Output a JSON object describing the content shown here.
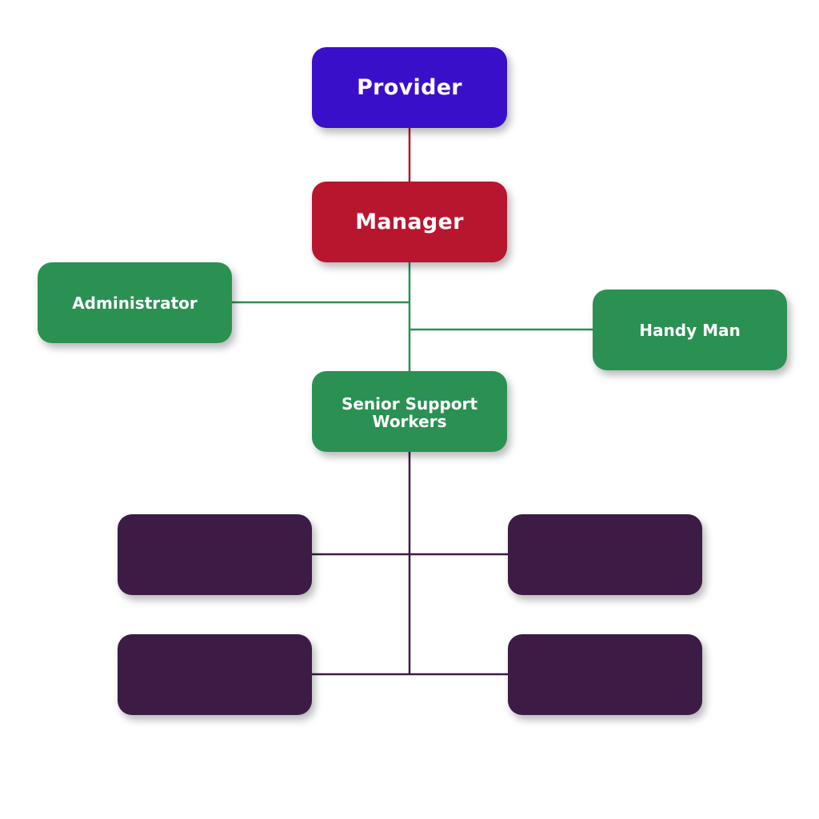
{
  "diagram": {
    "nodes": {
      "provider": "Provider",
      "manager": "Manager",
      "administrator": "Administrator",
      "handy_man": "Handy Man",
      "senior_support_workers_line1": "Senior Support",
      "senior_support_workers_line2": "Workers"
    },
    "colors": {
      "provider": "#3a0fc9",
      "manager": "#b8162e",
      "staff": "#2a9152",
      "support_workers": "#3c1c45",
      "connector_red": "#b8162e",
      "connector_green": "#2a9152",
      "connector_purple": "#3c1c45"
    }
  }
}
